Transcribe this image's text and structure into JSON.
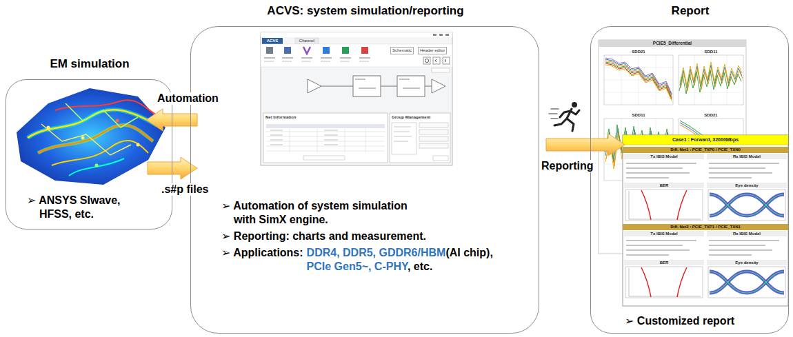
{
  "diagram": {
    "nodes": [
      {
        "text": [
          "EM simulation",
          "➢ ANSYS SIwave, HFSS, etc."
        ]
      },
      {
        "text": [
          "ACVS: system simulation/reporting",
          "➢ Automation of system simulation with SimX engine.",
          "➢ Reporting: charts and measurement.",
          "➢ Applications:",
          "DDR4, DDR5, GDDR6/HBM",
          "(AI chip),",
          "PCIe Gen5~, C-PHY",
          ", etc."
        ]
      },
      {
        "text": [
          "Report",
          "➢ Customized report"
        ]
      }
    ],
    "edges": [
      {
        "from": 1,
        "to": 0,
        "arrow": "to",
        "label": "Automation"
      },
      {
        "from": 0,
        "to": 1,
        "arrow": "to",
        "label": ".s#p files"
      },
      {
        "from": 1,
        "to": 2,
        "arrow": "to",
        "label": "Reporting"
      }
    ],
    "labels": [
      "ACVS",
      "Channel",
      "Schematic",
      "Header editor",
      "Net Information",
      "Group Management",
      "PCIE5_Differential",
      "SDD21",
      "SDD11",
      "SDD11",
      "SDD21",
      "Case1 : Forward, 32000Mbps",
      "Diff. Net1 : PCIE_TXP0 / PCIE_TXN0",
      "Tx IBIS Model",
      "Rx IBIS Model",
      "BER",
      "Eye density",
      "Diff. Net2 : PCIE_TXP1 / PCIE_TXN1",
      "Tx IBIS Model",
      "Rx IBIS Model",
      "BER",
      "Eye density"
    ]
  }
}
